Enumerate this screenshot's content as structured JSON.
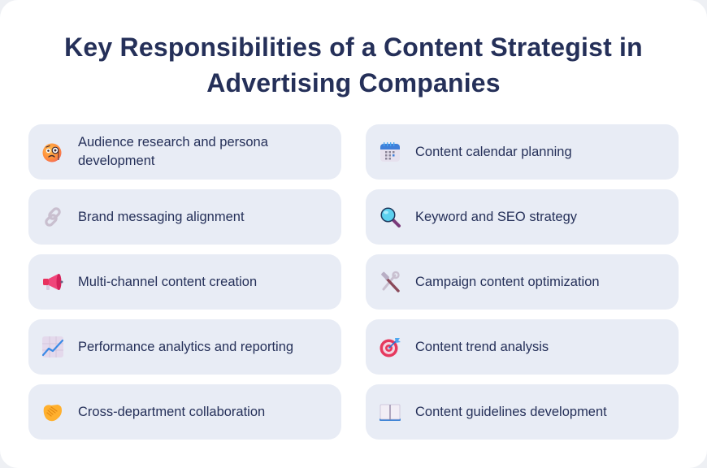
{
  "page": {
    "title": "Key Responsibilities of a Content Strategist in Advertising Companies"
  },
  "colors": {
    "title": "#253059",
    "card_background": "#e8ecf5",
    "text": "#253059",
    "container": "#ffffff"
  },
  "items": [
    {
      "label": "Audience research and persona development",
      "icon": "face-with-monocle-icon"
    },
    {
      "label": "Content calendar planning",
      "icon": "calendar-icon"
    },
    {
      "label": "Brand messaging alignment",
      "icon": "link-icon"
    },
    {
      "label": "Keyword and SEO strategy",
      "icon": "magnifying-glass-icon"
    },
    {
      "label": "Multi-channel content creation",
      "icon": "megaphone-icon"
    },
    {
      "label": "Campaign content optimization",
      "icon": "hammer-and-wrench-icon"
    },
    {
      "label": "Performance analytics and reporting",
      "icon": "chart-increasing-icon"
    },
    {
      "label": "Content trend analysis",
      "icon": "direct-hit-icon"
    },
    {
      "label": "Cross-department collaboration",
      "icon": "handshake-icon"
    },
    {
      "label": "Content guidelines development",
      "icon": "open-book-icon"
    }
  ]
}
